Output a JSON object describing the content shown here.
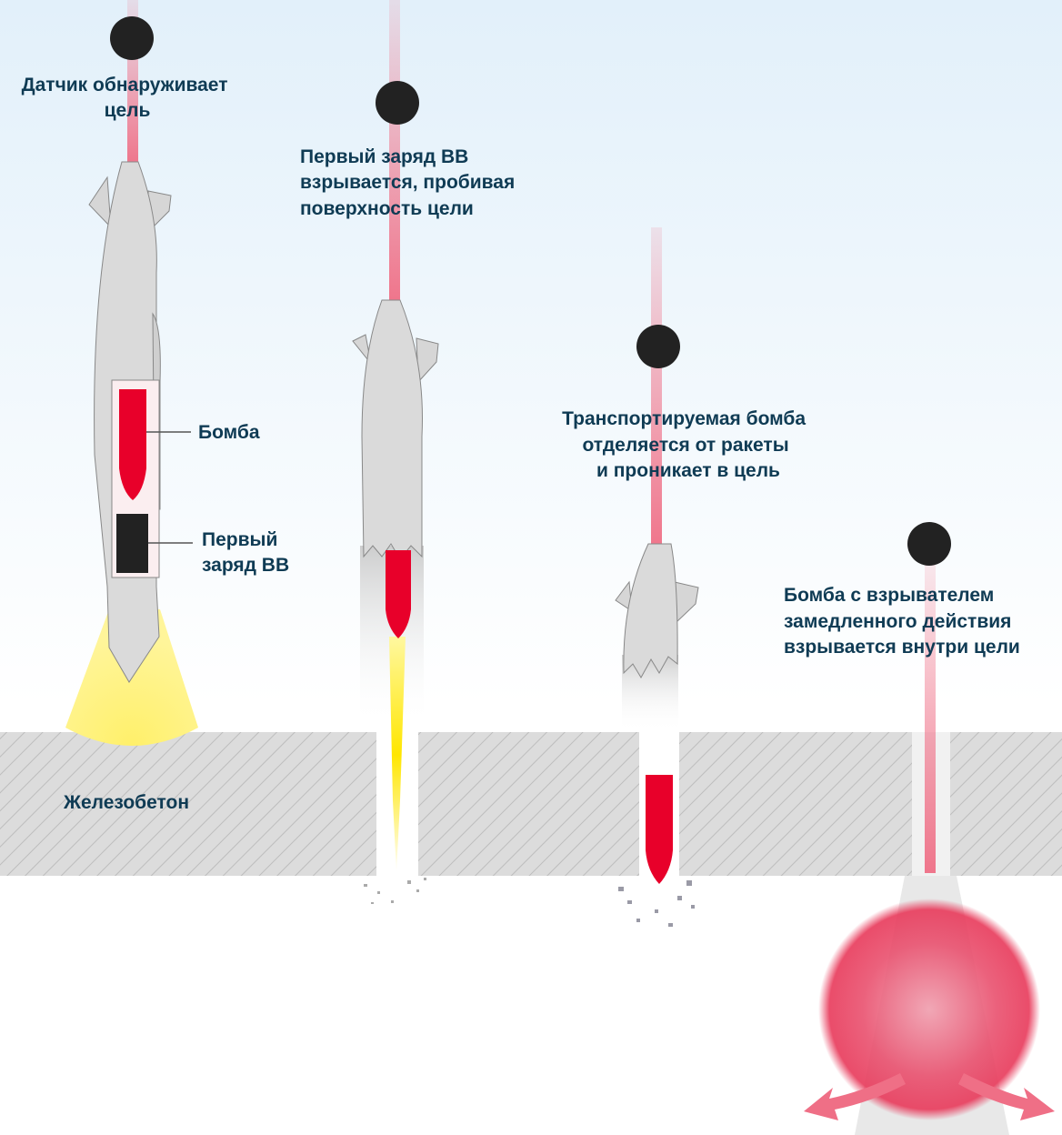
{
  "labels": {
    "stage1": [
      "Датчик обнаруживает",
      "цель"
    ],
    "stage2": [
      "Первый заряд ВВ",
      "взрывается, пробивая",
      "поверхность цели"
    ],
    "stage3": [
      "Транспортируемая бомба",
      "отделяется от ракеты",
      "и проникает в цель"
    ],
    "stage4": [
      "Бомба с взрывателем",
      "замедленного действия",
      "взрывается внутри цели"
    ],
    "bomb": "Бомба",
    "first_charge": [
      "Первый",
      "заряд ВВ"
    ],
    "concrete": "Железобетон"
  },
  "colors": {
    "text": "#0f3b54",
    "bomb": "#e8002a",
    "beam": "#ef6f86",
    "sky": "#e4f1fb",
    "concrete": "#d9d9d9",
    "missile": "#d9d9d9",
    "sensor_cone": "#fff27a",
    "explosion": "#e8395a"
  }
}
